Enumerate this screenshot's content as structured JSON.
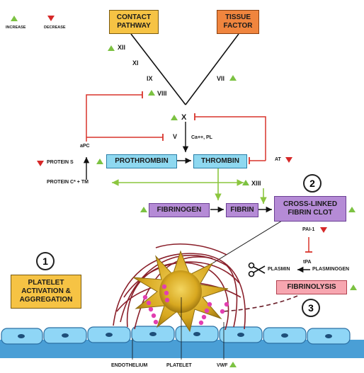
{
  "legend": {
    "increase": "INCREASE",
    "decrease": "DECREASE"
  },
  "boxes": {
    "contact_line1": "CONTACT",
    "contact_line2": "PATHWAY",
    "tissue_line1": "TISSUE",
    "tissue_line2": "FACTOR",
    "prothrombin": "PROTHROMBIN",
    "thrombin": "THROMBIN",
    "fibrinogen": "FIBRINOGEN",
    "fibrin": "FIBRIN",
    "clot_line1": "CROSS-LINKED",
    "clot_line2": "FIBRIN CLOT",
    "platelet_line1": "PLATELET",
    "platelet_line2": "ACTIVATION &",
    "platelet_line3": "AGGREGATION",
    "fibrinolysis": "FIBRINOLYSIS"
  },
  "factors": {
    "xii": "XII",
    "xi": "XI",
    "ix": "IX",
    "vii": "VII",
    "viii": "VIII",
    "x": "X",
    "v": "V",
    "cofactors": "Ca++, PL",
    "xiii": "XIII",
    "at": "AT",
    "apc": "aPC",
    "protein_s": "PROTEIN S",
    "protein_c": "PROTEIN C* + TM",
    "pai1": "PAI-1",
    "tpa": "tPA",
    "plasmin": "PLASMIN",
    "plasminogen": "PLASMINOGEN"
  },
  "steps": {
    "one": "1",
    "two": "2",
    "three": "3"
  },
  "illustration": {
    "endothelium": "ENDOTHELIUM",
    "platelet": "PLATELET",
    "vwf": "VWF"
  },
  "colors": {
    "increase": "#7cc242",
    "decrease": "#d62828",
    "inhibit": "#d9342b",
    "arrow_green": "#8cc63f"
  }
}
